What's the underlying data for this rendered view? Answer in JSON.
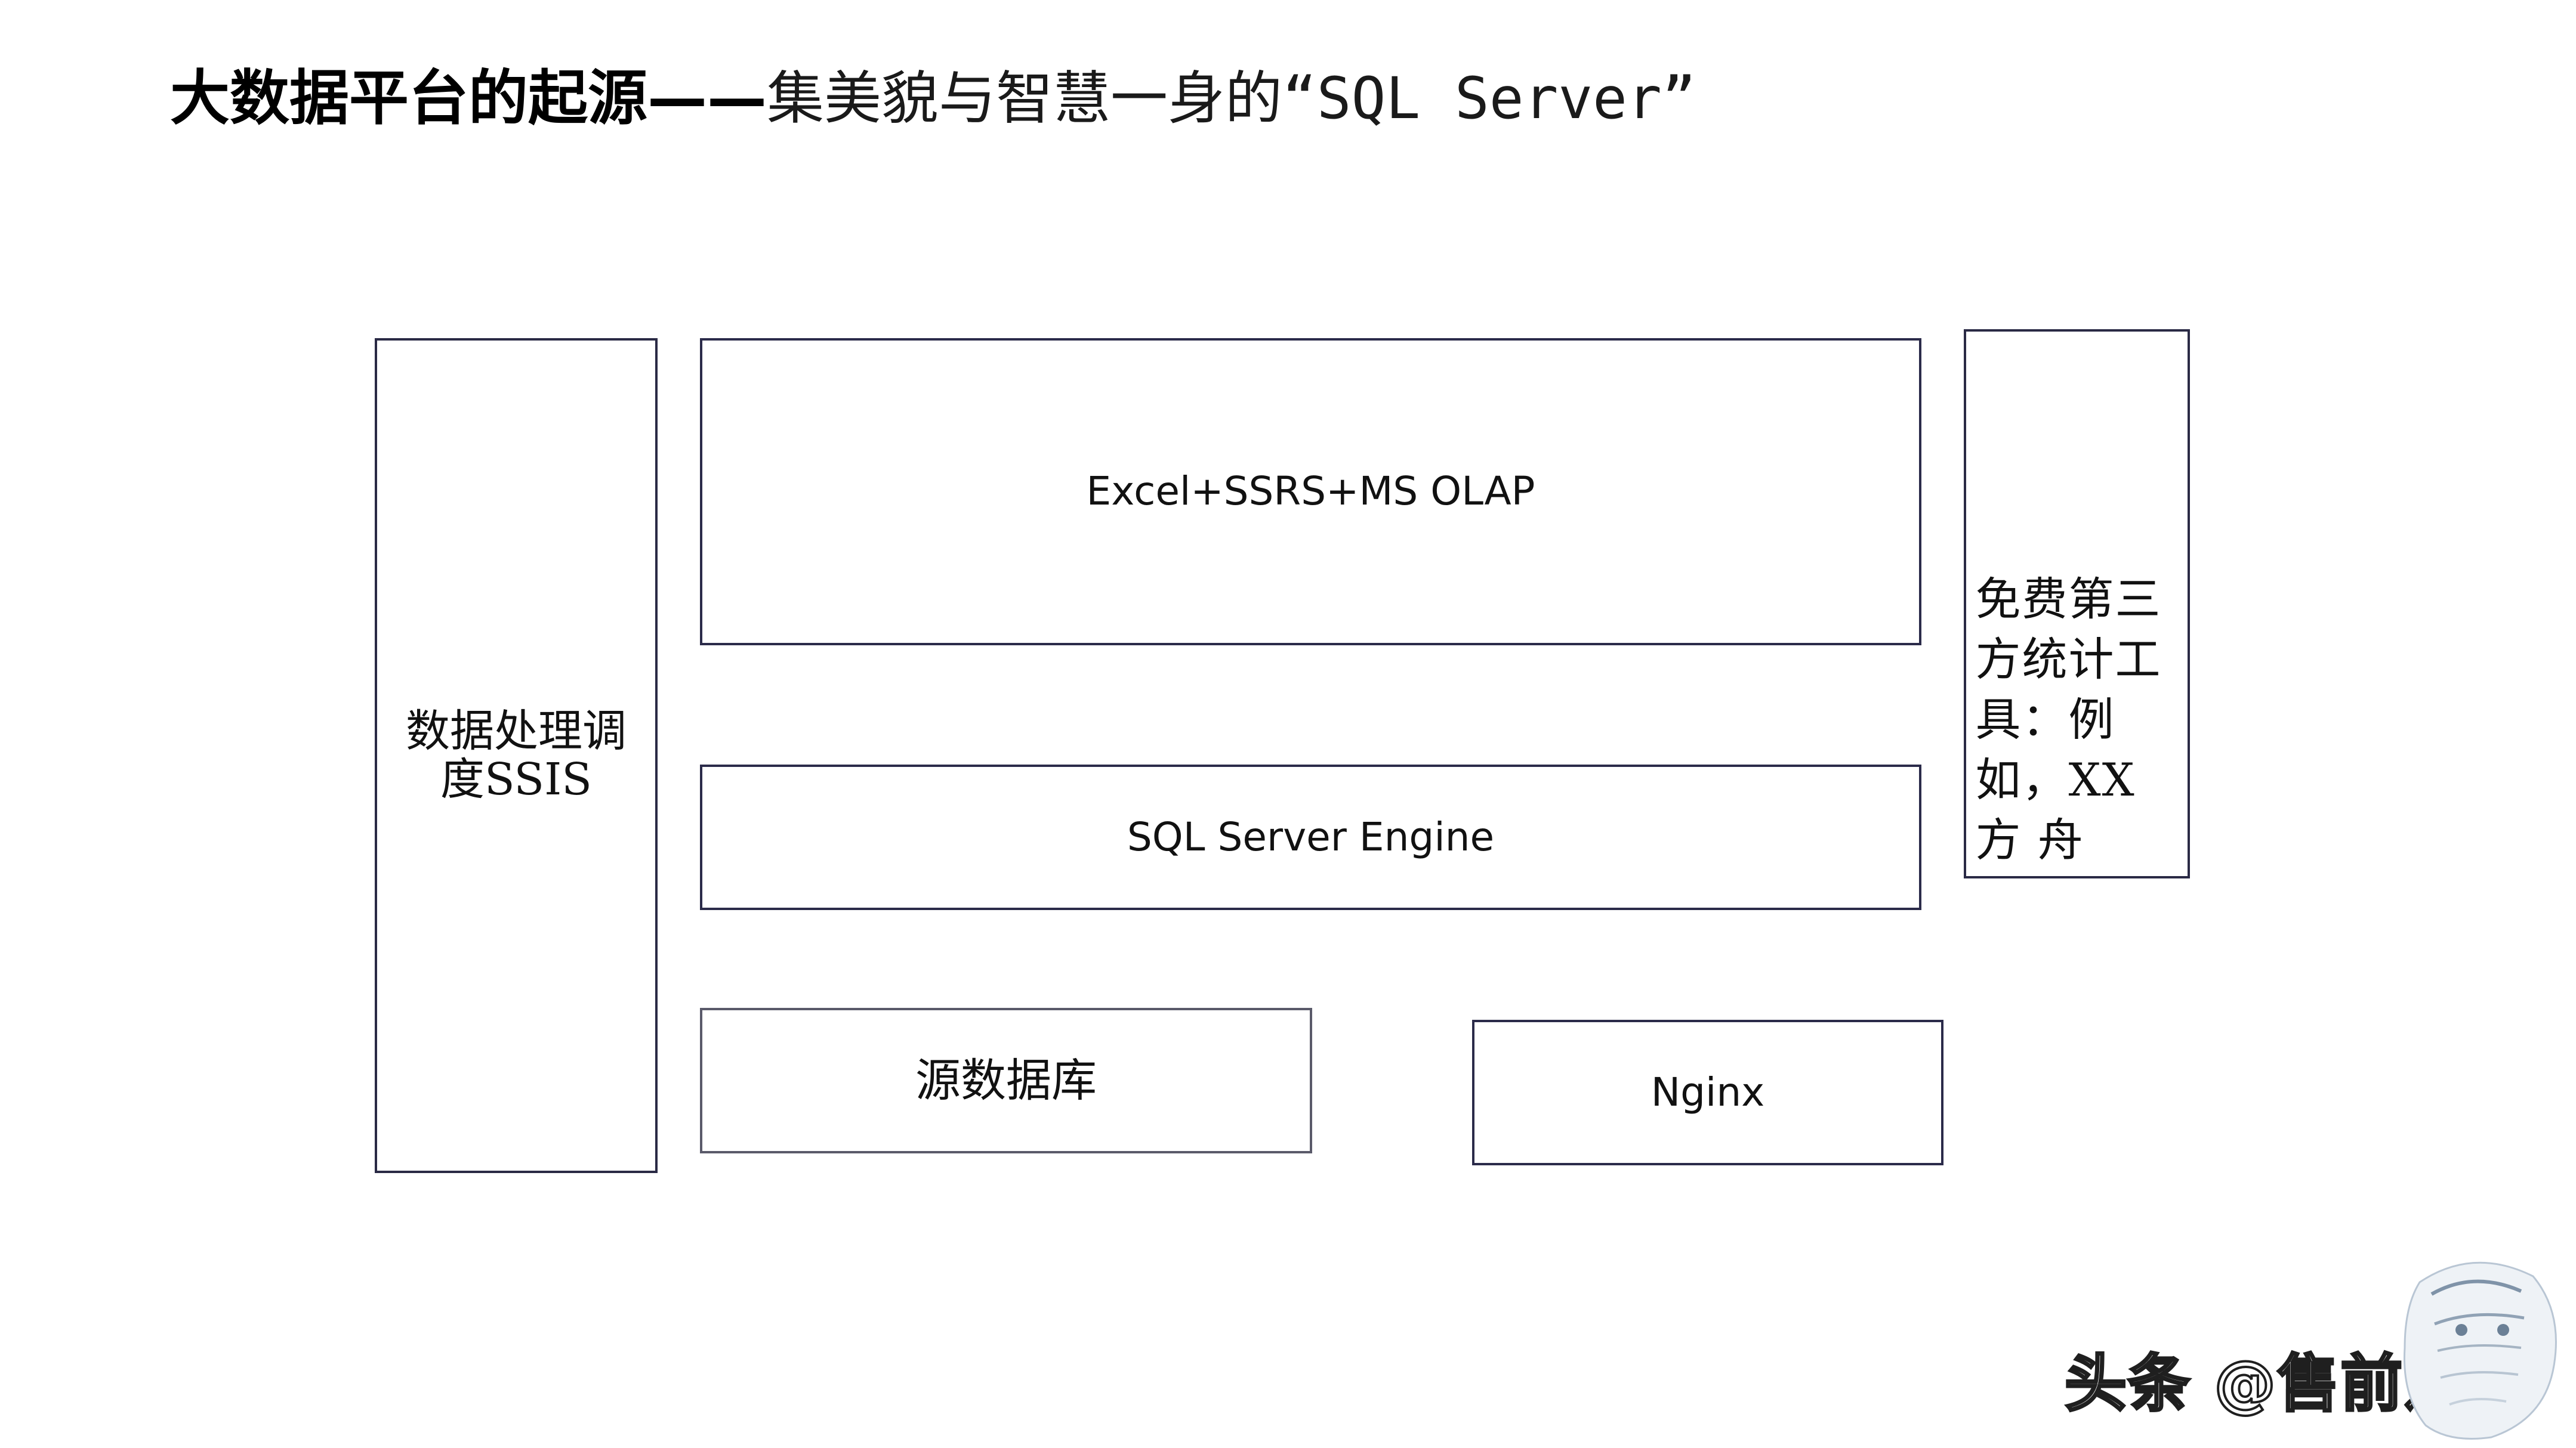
{
  "title": {
    "bold_part": "大数据平台的起源——",
    "normal_part": "集美貌与智慧一身的“SQL Server”"
  },
  "diagram": {
    "ssis_box": "数据处理调度SSIS",
    "excel_box": "Excel+SSRS+MS OLAP",
    "engine_box": "SQL Server Engine",
    "source_box": "源数据库",
    "nginx_box": "Nginx",
    "thirdparty_box": "免费第三方统计工具：例如，XX方 舟"
  },
  "watermark": {
    "text": "头条 @售前之家"
  }
}
